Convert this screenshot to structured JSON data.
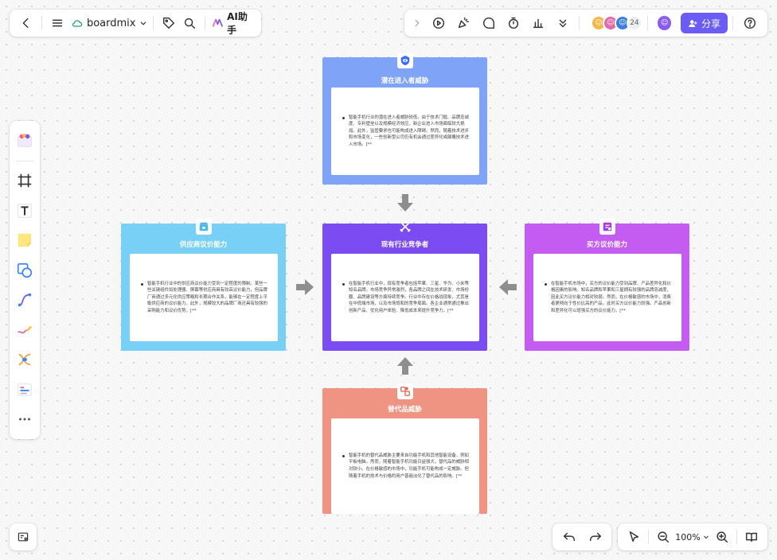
{
  "topbar": {
    "brand": "boardmix",
    "ai_label": "AI助手",
    "collaborator_count": "24",
    "share_label": "分享"
  },
  "zoom": {
    "level": "100%"
  },
  "colors": {
    "accent": "#6b5cf6",
    "potential": "#7ea3f7",
    "rivalry": "#7a4cf2",
    "supplier": "#79d0f6",
    "buyer": "#c45cf2",
    "substitute": "#ef9383",
    "arrow": "#8e8e8e"
  },
  "cards": {
    "potential": {
      "title": "潜在进入者威胁",
      "icon": "eye-icon",
      "text": "智能手机行业的潜在进入者威胁较低。由于技术门槛、品牌忠诚度、专利壁垒以及规模经济效应，新企业进入市场面临较大挑战。此外，监管要求也可能构成进入障碍。然而，随着技术进步和市场变化，一些创新型公司仍有机会通过差异化或颠覆技术进入市场。[**"
    },
    "rivalry": {
      "title": "现有行业竞争者",
      "icon": "crossed-swords-icon",
      "text": "在智能手机行业中，现有竞争者包括苹果、三星、华为、小米等知名品牌。市场竞争异常激烈，各品牌之间在技术研发、市场份额、品牌建设等方面持续竞争。行业中存在价格战现象，尤其是在中低端市场，以及市场饱和的竞争局面。各企业通常通过推出创新产品、优化用户体验、降低成本来提升竞争力。[**"
    },
    "supplier": {
      "title": "供应商议价能力",
      "icon": "store-icon",
      "text": "智能手机行业中的供应商议价能力受到一定程度的限制。某些一些关键组件如处理器、屏幕等供应商具有较高议价能力，但品牌厂商通过多元化供应策略和长期合作关系，能够在一定程度上平衡供应商的议价能力。此外，规模较大的品牌厂商还具有较强的采购能力和议价优势。[**"
    },
    "buyer": {
      "title": "买方议价能力",
      "icon": "purchase-icon",
      "text": "在智能手机市场中，买方的议价能力受到品牌、产品差异化和价格因素的影响。知名品牌和苹果和三星拥有较强的品牌忠诚度，因此买方议价能力相对较弱。然而，在价格敏感的市场中，消费者更倾向于性价比高的产品，此时买方议价能力较强。产品创新和差异化可以增强买方的议价能力。[**"
    },
    "substitute": {
      "title": "替代品威胁",
      "icon": "substitute-icon",
      "text": "智能手机的替代品威胁主要来自功能手机和其他智能设备，例如平板电脑。然而，随着智能手机功能日益强大，替代品的威胁相对较小。在价格敏感的市场中，功能手机可能构成一定威胁。但随着手机的技术与价格的用户普遍淡化了替代品的影响。[**"
    }
  }
}
